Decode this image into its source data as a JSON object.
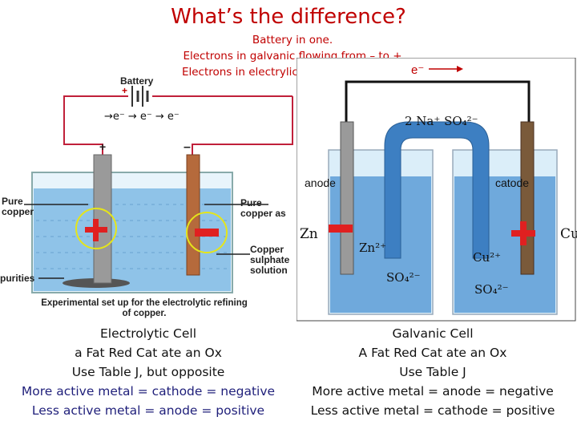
{
  "title": "What’s the difference?",
  "notes": [
    "Battery in one.",
    "Electrons in galvanic flowing from – to +",
    "Electrons in electrylic flowing from + to -"
  ],
  "electrolytic": {
    "battery_label": "Battery",
    "battery_plus": "+",
    "electron_flow": "→e⁻ → e⁻ → e⁻",
    "plus_terminal": "+",
    "minus_terminal": "–",
    "pure_copper_left": "Pure\ncopper",
    "pure_copper_right": "Pure\ncopper as",
    "copper_sulphate": "Copper\nsulphate\nsolution",
    "impurities": "purities",
    "caption": "Experimental set up for the electrolytic refining\nof copper."
  },
  "galvanic": {
    "electron": "e⁻",
    "salt_bridge": "2 Na⁺  SO₄²⁻",
    "anode": "anode",
    "catode": "catode",
    "zn": "Zn",
    "cu": "Cu",
    "zn_ion": "Zn²⁺",
    "cu_ion": "Cu²⁺",
    "so4_left": "SO₄²⁻",
    "so4_right": "SO₄²⁻"
  },
  "captions": {
    "left": [
      "Electrolytic Cell",
      "a Fat Red Cat ate an Ox",
      "Use Table J, but opposite",
      "More active metal = cathode = negative",
      "Less active metal = anode = positive"
    ],
    "right": [
      "Galvanic Cell",
      "A Fat Red Cat ate an Ox",
      "Use Table J",
      "More active metal = anode = negative",
      "Less active metal = cathode = positive"
    ]
  },
  "colors": {
    "red": "#c00000",
    "navy": "#1f1f7a",
    "solution": "#8fc3e8",
    "copper": "#b56a3c"
  }
}
